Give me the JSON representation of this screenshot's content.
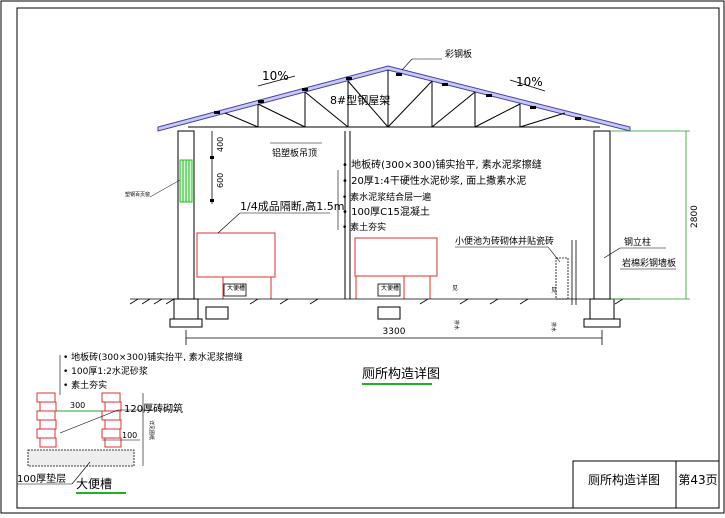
{
  "drawing": {
    "title": "厕所构造详图",
    "title_block": {
      "name": "厕所构造详图",
      "page": "第43页"
    }
  },
  "roof": {
    "material_label": "彩钢板",
    "slope_left": "10%",
    "slope_right": "10%",
    "truss_label": "8#型钢屋架",
    "ceiling_label": "铝塑板吊顶"
  },
  "dimensions": {
    "vent_top": "400",
    "vent_middle": "600",
    "span_total": "3300",
    "wall_height": "2800",
    "pit_width": "300",
    "pit_offset": "100"
  },
  "labels": {
    "vent_window": "塑钢百页窗",
    "partition": "1/4成品隔断,高1.5m",
    "urinal": "小便池为砖砌体并贴瓷砖",
    "steel_column": "钢立柱",
    "wall_board": "岩棉彩钢墙板",
    "trough_left": "大便槽",
    "trough_right": "大便槽",
    "side_mark_1": "见",
    "side_mark_2": "见",
    "drain_1": "排水",
    "drain_2": "排水"
  },
  "floor_spec": [
    "• 地板砖(300×300)铺实抬平, 素水泥浆擦缝",
    "• 20厚1:4干硬性水泥砂浆, 面上撒素水泥",
    "• 素水泥浆结合层一遍",
    "• 100厚C15混凝土",
    "• 素土夯实"
  ],
  "trough_detail": {
    "title": "大便槽",
    "spec": [
      "• 地板砖(300×300)铺实抬平,  素水泥浆擦缝",
      "• 100厚1:2水泥砂浆",
      "• 素土夯实"
    ],
    "wall_label": "120厚砖砌筑",
    "base_label": "100厚垫层",
    "depth_label": "详见图纸"
  },
  "colors": {
    "roof": "#6a6ad0",
    "partition": "#e03030",
    "dimension": "#20a020",
    "vent": "#20c020",
    "underline": "#20b020"
  }
}
